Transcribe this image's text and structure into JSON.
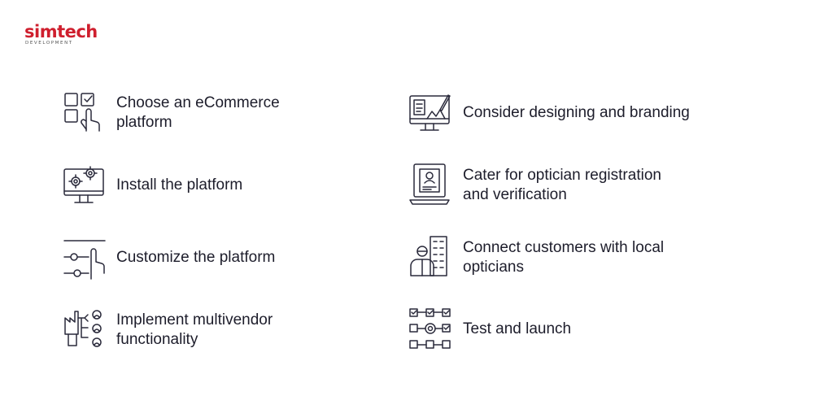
{
  "brand": {
    "name": "simtech",
    "subtitle": "DEVELOPMENT",
    "accent_color": "#cf1f2e"
  },
  "steps": [
    {
      "icon": "checkbox-grid-touch-icon",
      "line1": "Choose an eCommerce",
      "line2": "platform"
    },
    {
      "icon": "monitor-gears-icon",
      "line1": "Install the platform",
      "line2": ""
    },
    {
      "icon": "slider-touch-icon",
      "line1": "Customize the platform",
      "line2": ""
    },
    {
      "icon": "factory-vendors-icon",
      "line1": "Implement multivendor",
      "line2": "functionality"
    },
    {
      "icon": "monitor-design-icon",
      "line1": "Consider designing and branding",
      "line2": ""
    },
    {
      "icon": "laptop-profile-icon",
      "line1": "Cater for optician registration",
      "line2": "and verification"
    },
    {
      "icon": "optician-building-icon",
      "line1": "Connect customers with local",
      "line2": "opticians"
    },
    {
      "icon": "checklist-gear-flow-icon",
      "line1": "Test and launch",
      "line2": ""
    }
  ]
}
